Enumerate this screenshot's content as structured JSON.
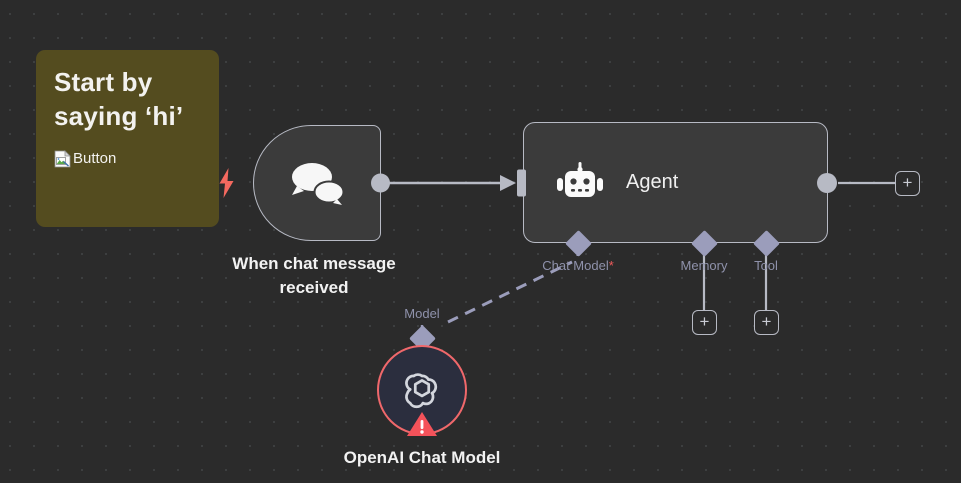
{
  "canvas": {
    "background_color": "#2b2b2b",
    "grid_dot_color": "#3d3f40"
  },
  "sticky_note": {
    "title": "Start by saying ‘hi’",
    "image_alt": "Button",
    "background_color": "#544c1f",
    "text_color": "#f3f2ef",
    "broken_image_icon": "broken-image-icon"
  },
  "bolt": {
    "icon": "lightning-bolt-icon",
    "color": "#f4695f"
  },
  "nodes": {
    "trigger": {
      "caption": "When chat message\nreceived",
      "icon": "chat-bubbles-icon",
      "border_color": "#b7bac4",
      "fill_color": "#3b3b3b"
    },
    "agent": {
      "label": "Agent",
      "caption": "",
      "icon": "robot-icon",
      "border_color": "#b7bac4",
      "fill_color": "#3b3b3b",
      "ports": [
        {
          "name": "chat-model",
          "label": "Chat Model",
          "required_marker": "*",
          "required": true
        },
        {
          "name": "memory",
          "label": "Memory",
          "required_marker": "",
          "required": false
        },
        {
          "name": "tool",
          "label": "Tool",
          "required_marker": "",
          "required": false
        }
      ]
    },
    "openai": {
      "caption": "OpenAI Chat Model",
      "port_label": "Model",
      "icon": "openai-logo-icon",
      "status_icon": "warning-triangle-icon",
      "border_color": "#f0686b",
      "fill_color": "#2b2e3e",
      "warning_color": "#f4525a"
    }
  },
  "buttons": {
    "add_output": "+",
    "add_memory": "+",
    "add_tool": "+"
  },
  "connections": {
    "trigger_to_agent": {
      "style": "solid",
      "color": "#b7bac4"
    },
    "openai_to_agent": {
      "style": "dashed",
      "color": "#9b9dbb"
    }
  }
}
